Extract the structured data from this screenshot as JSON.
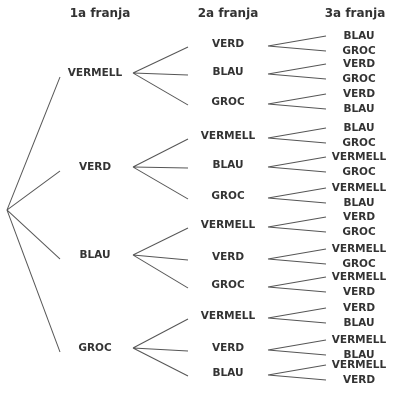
{
  "headers": [
    "1a franja",
    "2a franja",
    "3a franja"
  ],
  "tree": [
    {
      "label": "VERMELL",
      "children": [
        {
          "label": "VERD",
          "children": [
            "BLAU",
            "GROC"
          ]
        },
        {
          "label": "BLAU",
          "children": [
            "VERD",
            "GROC"
          ]
        },
        {
          "label": "GROC",
          "children": [
            "VERD",
            "BLAU"
          ]
        }
      ]
    },
    {
      "label": "VERD",
      "children": [
        {
          "label": "VERMELL",
          "children": [
            "BLAU",
            "GROC"
          ]
        },
        {
          "label": "BLAU",
          "children": [
            "VERMELL",
            "GROC"
          ]
        },
        {
          "label": "GROC",
          "children": [
            "VERMELL",
            "BLAU"
          ]
        }
      ]
    },
    {
      "label": "BLAU",
      "children": [
        {
          "label": "VERMELL",
          "children": [
            "VERD",
            "GROC"
          ]
        },
        {
          "label": "VERD",
          "children": [
            "VERMELL",
            "GROC"
          ]
        },
        {
          "label": "GROC",
          "children": [
            "VERMELL",
            "VERD"
          ]
        }
      ]
    },
    {
      "label": "GROC",
      "children": [
        {
          "label": "VERMELL",
          "children": [
            "VERD",
            "BLAU"
          ]
        },
        {
          "label": "VERD",
          "children": [
            "VERMELL",
            "BLAU"
          ]
        },
        {
          "label": "BLAU",
          "children": [
            "VERMELL",
            "VERD"
          ]
        }
      ]
    }
  ]
}
